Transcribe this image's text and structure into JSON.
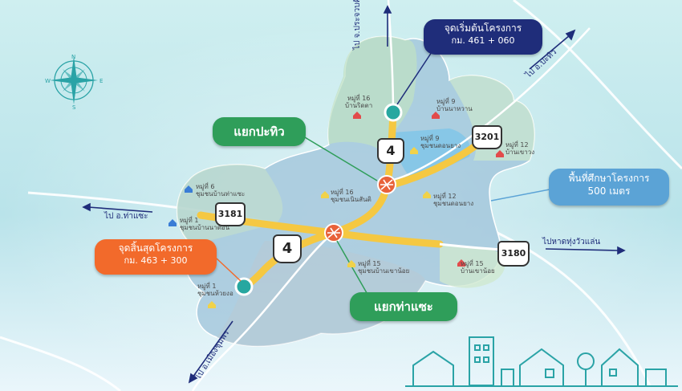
{
  "callouts": {
    "project_start_title": "จุดเริ่มต้นโครงการ",
    "project_start_km": "กม. 461 + 060",
    "project_end_title": "จุดสิ้นสุดโครงการ",
    "project_end_km": "กม. 463 + 300",
    "study_area_title": "พื้นที่ศึกษาโครงการ",
    "study_area_dist": "500 เมตร",
    "junction_pathio": "แยกปะทิว",
    "junction_thasae": "แยกท่าแซะ"
  },
  "directions": {
    "to_prachuap": "ไป จ.ประจวบคีรีขันธ์",
    "to_pathio": "ไป อ.ปะทิว",
    "to_thasae": "ไป อ.ท่าแซะ",
    "to_beach": "ไปหาดทุ่งวัวแล่น",
    "to_chumphon": "ไป อ.เมืองชุมพร"
  },
  "route_shields": {
    "hwy4_north": "4",
    "hwy4_south": "4",
    "r3201": "3201",
    "r3181": "3181",
    "r3180": "3180"
  },
  "villages": [
    {
      "moo": "หมู่ที่ 16",
      "name": "บ้านริดตา"
    },
    {
      "moo": "หมู่ที่ 9",
      "name": "บ้านนาหวาน"
    },
    {
      "moo": "หมู่ที่ 9",
      "name": "ชุมชนดอนยาง"
    },
    {
      "moo": "หมู่ที่ 12",
      "name": "บ้านเขาวง"
    },
    {
      "moo": "หมู่ที่ 6",
      "name": "ชุมชนบ้านท่าแซะ"
    },
    {
      "moo": "หมู่ที่ 1",
      "name": "ชุมชนบ้านนาดอน"
    },
    {
      "moo": "หมู่ที่ 16",
      "name": "ชุมชนเนินสันติ"
    },
    {
      "moo": "หมู่ที่ 12",
      "name": "ชุมชนดอนยาง"
    },
    {
      "moo": "หมู่ที่ 15",
      "name": "ชุมชนบ้านเขาน้อย"
    },
    {
      "moo": "หมู่ที่ 15",
      "name": "บ้านเขาน้อย"
    },
    {
      "moo": "หมู่ที่ 1",
      "name": "ชุมชนห้วยงอ"
    }
  ],
  "compass": {
    "n": "N",
    "s": "S",
    "e": "E",
    "w": "W"
  },
  "colors": {
    "callout_navy": "#1f2d7a",
    "callout_orange": "#f26a2b",
    "callout_blue": "#5ba3d6",
    "callout_green": "#2f9e5a",
    "highway_yellow": "#f5c842",
    "study_area_blue": "#8fb8d6",
    "study_area_green": "#cfe8cf"
  }
}
